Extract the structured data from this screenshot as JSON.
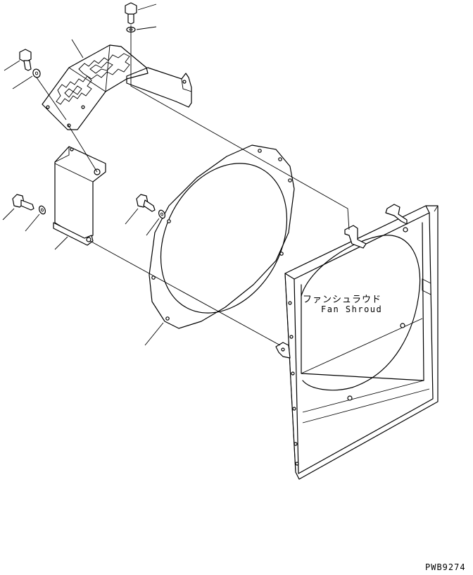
{
  "labels": {
    "part_name_jp": "ファンシュラウド",
    "part_name_en": "Fan Shroud",
    "drawing_code": "PWB9274"
  },
  "colors": {
    "line": "#000000",
    "background": "#ffffff"
  },
  "parts": [
    "bolt-icon",
    "washer-icon",
    "perforated-guard-plate",
    "side-guard-bracket",
    "fan-ring",
    "fan-shroud",
    "mounting-bracket"
  ]
}
